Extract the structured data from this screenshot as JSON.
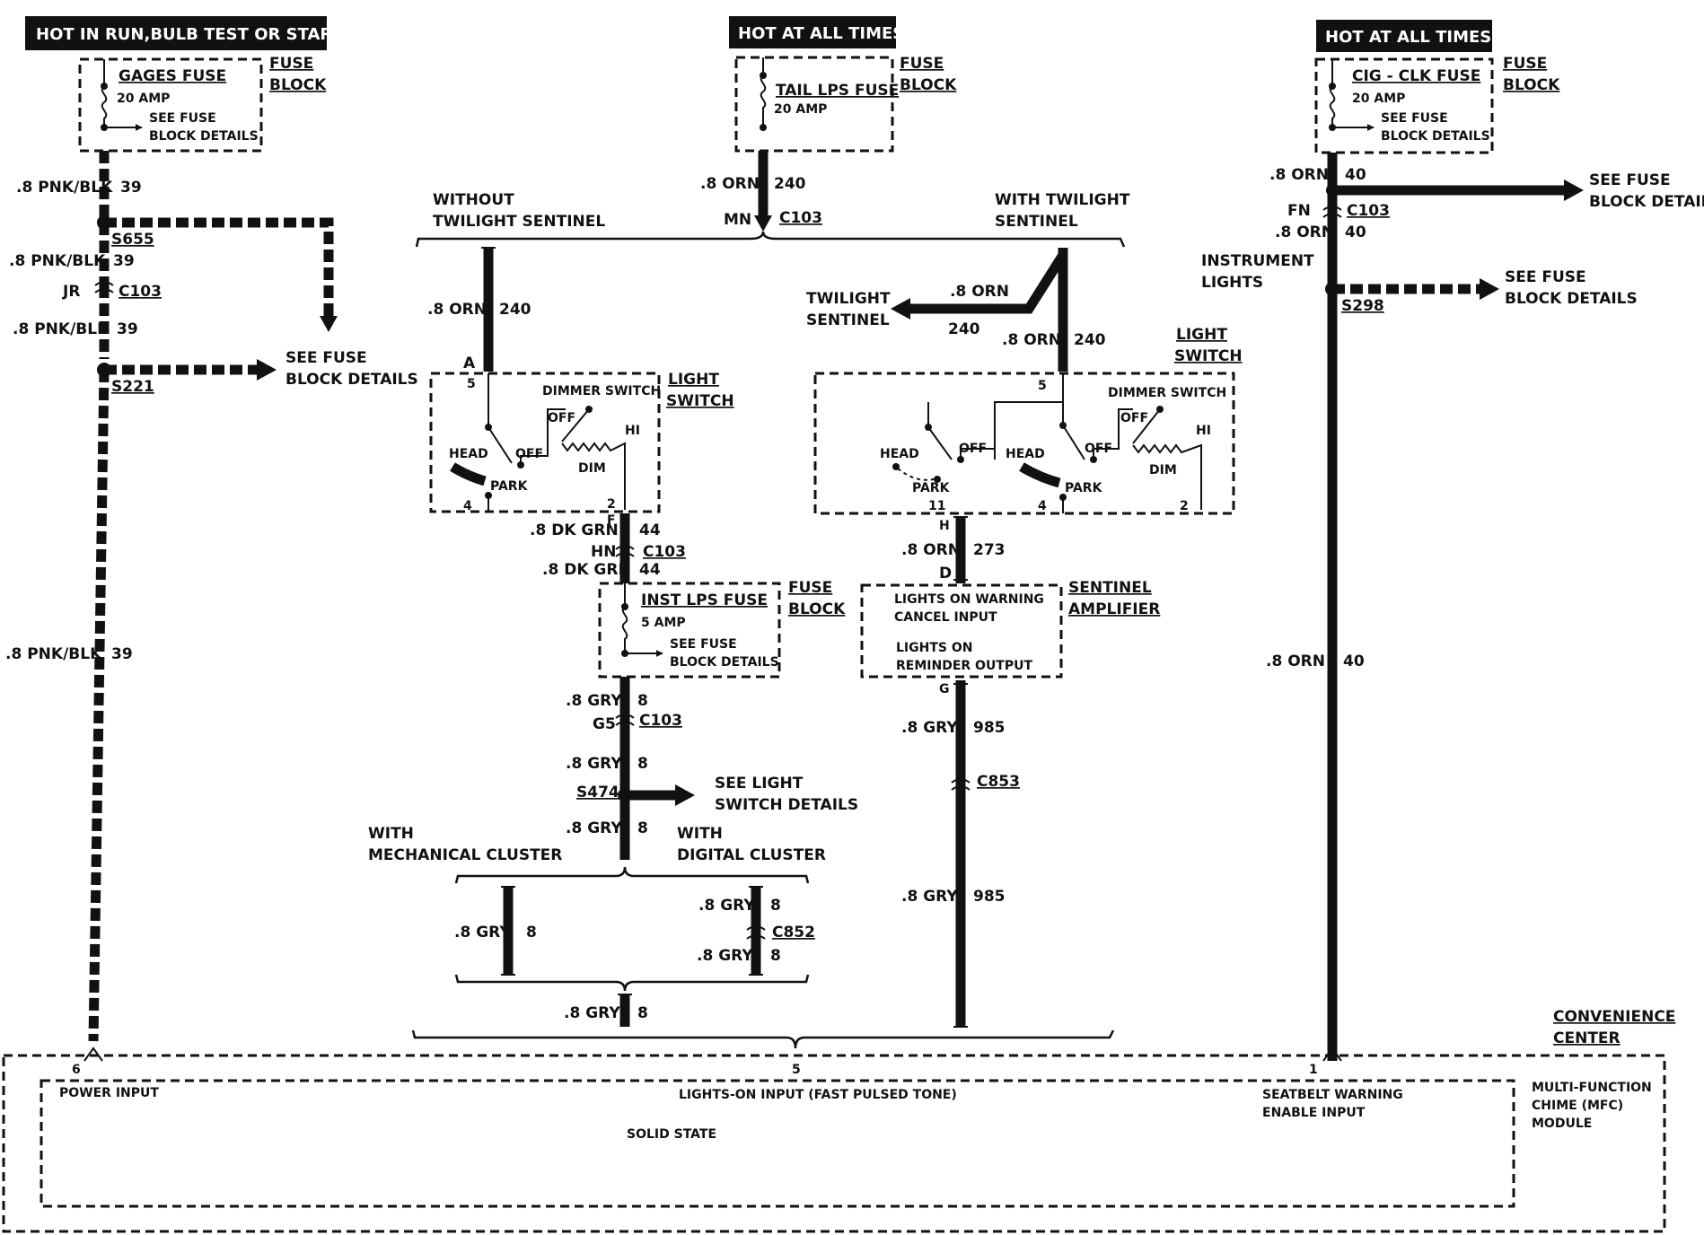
{
  "headers": {
    "run": "HOT IN RUN,BULB TEST OR START",
    "all1": "HOT AT ALL TIMES",
    "all2": "HOT AT ALL TIMES"
  },
  "fuses": {
    "gages": {
      "name": "GAGES FUSE",
      "amp": "20 AMP",
      "see1": "SEE FUSE",
      "see2": "BLOCK DETAILS",
      "block1": "FUSE",
      "block2": "BLOCK"
    },
    "tail": {
      "name": "TAIL LPS FUSE",
      "amp": "20 AMP",
      "block1": "FUSE",
      "block2": "BLOCK"
    },
    "cig": {
      "name": "CIG - CLK FUSE",
      "amp": "20 AMP",
      "see1": "SEE FUSE",
      "see2": "BLOCK DETAILS",
      "block1": "FUSE",
      "block2": "BLOCK"
    },
    "inst": {
      "name": "INST LPS FUSE",
      "amp": "5 AMP",
      "see1": "SEE FUSE",
      "see2": "BLOCK DETAILS",
      "block1": "FUSE",
      "block2": "BLOCK"
    }
  },
  "left": {
    "w1": ".8 PNK/BLK",
    "c1": "39",
    "s655": "S655",
    "w2": ".8 PNK/BLK",
    "c2": "39",
    "jr": "JR",
    "c103": "C103",
    "w3": ".8 PNK/BLK",
    "c3": "39",
    "s221": "S221",
    "see1": "SEE FUSE",
    "see2": "BLOCK DETAILS",
    "w4": ".8 PNK/BLK",
    "c4": "39"
  },
  "center": {
    "w1": ".8 ORN",
    "c1": "240",
    "mn": "MN",
    "c103": "C103",
    "without1": "WITHOUT",
    "without2": "TWILIGHT SENTINEL",
    "with1": "WITH TWILIGHT",
    "with2": "SENTINEL",
    "wl": ".8 ORN",
    "cl": "240",
    "twilight1": "TWILIGHT",
    "twilight2": "SENTINEL",
    "tw_w": ".8 ORN",
    "tw_c": "240",
    "wr": ".8 ORN",
    "cr": "240"
  },
  "lsw1": {
    "a": "A",
    "p5": "5",
    "p4": "4",
    "p2": "2",
    "title1": "LIGHT",
    "title2": "SWITCH",
    "dimmer": "DIMMER SWITCH",
    "off1": "OFF",
    "hi": "HI",
    "dim": "DIM",
    "head": "HEAD",
    "off2": "OFF",
    "park": "PARK"
  },
  "lsw2": {
    "title1": "LIGHT",
    "title2": "SWITCH",
    "p5": "5",
    "p11": "11",
    "p4": "4",
    "p2": "2",
    "dimmer": "DIMMER SWITCH",
    "off1": "OFF",
    "hi": "HI",
    "dim": "DIM",
    "head1": "HEAD",
    "off2": "OFF",
    "park1": "PARK",
    "head2": "HEAD",
    "off3": "OFF",
    "park2": "PARK"
  },
  "grn": {
    "f": "F",
    "w1": ".8 DK GRN",
    "c1": "44",
    "hn": "HN",
    "c103": "C103",
    "w2": ".8 DK GRN",
    "c2": "44"
  },
  "gry": {
    "w1": ".8 GRY",
    "c1": "8",
    "g5": "G5",
    "c103": "C103",
    "w2": ".8 GRY",
    "c2": "8",
    "s474": "S474",
    "see1": "SEE LIGHT",
    "see2": "SWITCH DETAILS",
    "w3": ".8 GRY",
    "c3": "8",
    "mech1": "WITH",
    "mech2": "MECHANICAL CLUSTER",
    "dig1": "WITH",
    "dig2": "DIGITAL CLUSTER",
    "mw": ".8 GRY",
    "mc": "8",
    "dw1": ".8 GRY",
    "dc1": "8",
    "c852": "C852",
    "dw2": ".8 GRY",
    "dc2": "8",
    "bw": ".8 GRY",
    "bc": "8"
  },
  "sentinel": {
    "h": "H",
    "w1": ".8 ORN",
    "c1": "273",
    "d": "D",
    "line1": "LIGHTS ON WARNING",
    "line2": "CANCEL INPUT",
    "line3": "LIGHTS ON",
    "line4": "REMINDER OUTPUT",
    "title1": "SENTINEL",
    "title2": "AMPLIFIER",
    "g": "G",
    "w2": ".8 GRY",
    "c2": "985",
    "c853": "C853",
    "w3": ".8 GRY",
    "c3": "985"
  },
  "right": {
    "w1": ".8 ORN",
    "c1": "40",
    "see1": "SEE FUSE",
    "see2": "BLOCK DETAILS",
    "fn": "FN",
    "c103": "C103",
    "w2": ".8 ORN",
    "c2": "40",
    "inst1": "INSTRUMENT",
    "inst2": "LIGHTS",
    "s298": "S298",
    "see3": "SEE FUSE",
    "see4": "BLOCK DETAILS",
    "w3": ".8 ORN",
    "c3": "40"
  },
  "module": {
    "conv1": "CONVENIENCE",
    "conv2": "CENTER",
    "p6": "6",
    "p5": "5",
    "p1": "1",
    "power": "POWER INPUT",
    "lights": "LIGHTS-ON INPUT (FAST PULSED TONE)",
    "seat1": "SEATBELT WARNING",
    "seat2": "ENABLE INPUT",
    "solid": "SOLID STATE",
    "mfc1": "MULTI-FUNCTION",
    "mfc2": "CHIME (MFC)",
    "mfc3": "MODULE"
  }
}
